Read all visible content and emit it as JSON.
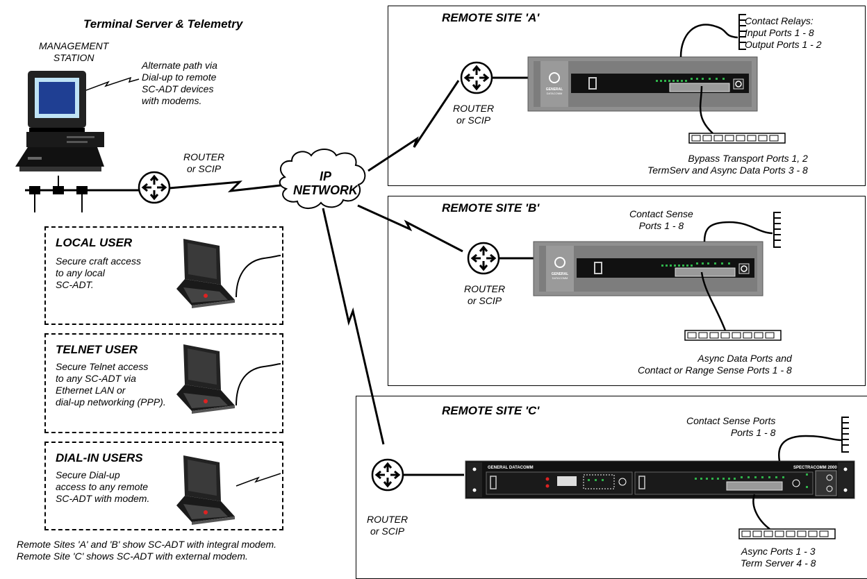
{
  "title": "Terminal Server & Telemetry",
  "management_station": "MANAGEMENT\nSTATION",
  "alternate_path": "Alternate path via\nDial-up to remote\nSC-ADT devices\nwith modems.",
  "router_label": "ROUTER\nor SCIP",
  "ip_network": "IP\nNETWORK",
  "users": [
    {
      "title": "LOCAL USER",
      "desc": "Secure craft access\nto any local\nSC-ADT."
    },
    {
      "title": "TELNET USER",
      "desc": "Secure Telnet access\nto any SC-ADT via\nEthernet LAN or\ndial-up networking (PPP)."
    },
    {
      "title": "DIAL-IN USERS",
      "desc": "Secure Dial-up\naccess to any remote\nSC-ADT with modem."
    }
  ],
  "footnote": "Remote Sites 'A' and 'B' show SC-ADT with integral modem.\nRemote Site 'C' shows SC-ADT with external modem.",
  "sites": [
    {
      "title": "REMOTE SITE 'A'",
      "top_note": "Contact Relays:\nInput Ports 1 - 8\nOutput Ports 1 - 2",
      "bottom_note": "Bypass Transport Ports 1, 2\nTermServ and Async Data Ports 3 - 8"
    },
    {
      "title": "REMOTE SITE 'B'",
      "top_note": "Contact Sense\nPorts 1 - 8",
      "bottom_note": "Async Data Ports and\nContact or Range Sense Ports 1 - 8"
    },
    {
      "title": "REMOTE SITE 'C'",
      "top_note": "Contact Sense Ports\nPorts 1 - 8",
      "bottom_note": "Async Ports 1 - 3\nTerm Server 4 - 8"
    }
  ],
  "device": {
    "brand": "GENERAL\nDATACOMM",
    "rack_brand": "GENERAL DATACOMM",
    "rack_model": "SPECTRACOMM 2000"
  },
  "colors": {
    "led": "#2fb34a",
    "screen": "#bfe3f5",
    "device_body": "#8f8f8f",
    "panel": "#111111"
  }
}
